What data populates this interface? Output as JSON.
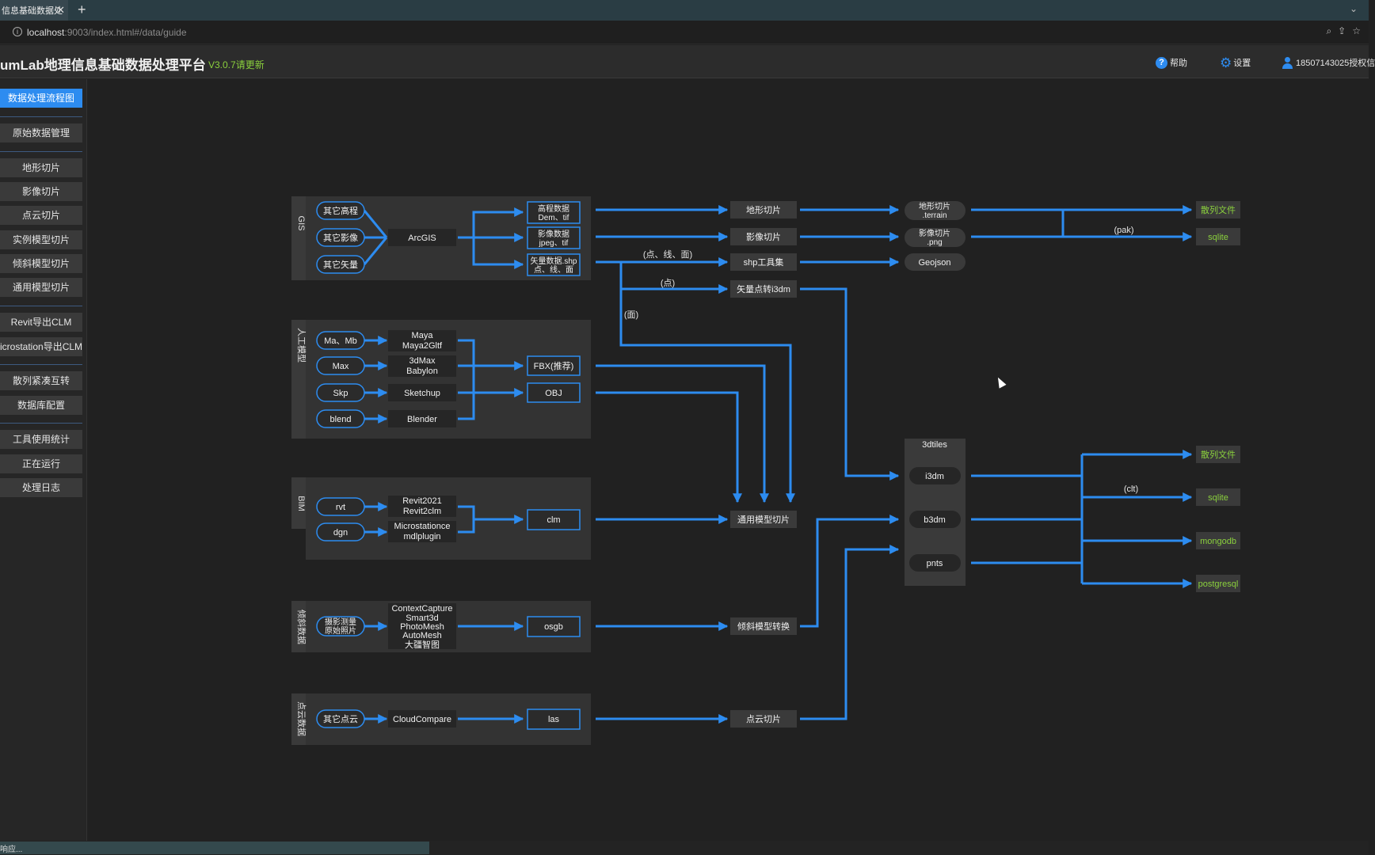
{
  "browser": {
    "tab_title": "信息基础数据处",
    "tab_close": "✕",
    "new_tab": "+",
    "url_host": "localhost",
    "url_path": ":9003/index.html#/data/guide",
    "chevron": "⌄"
  },
  "app": {
    "title": "umLab地理信息基础数据处理平台",
    "version": "V3.0.7请更新",
    "help_label": "帮助",
    "settings_label": "设置",
    "user_label": "18507143025授权信",
    "accent": "#2d8cf0",
    "highlight": "#8bd13d"
  },
  "sidebar": {
    "items": [
      {
        "label": "数据处理流程图",
        "active": true
      },
      {
        "label": "原始数据管理"
      },
      {
        "label": "地形切片"
      },
      {
        "label": "影像切片"
      },
      {
        "label": "点云切片"
      },
      {
        "label": "实例模型切片"
      },
      {
        "label": "倾斜模型切片"
      },
      {
        "label": "通用模型切片"
      },
      {
        "label": "Revit导出CLM"
      },
      {
        "label": "icrostation导出CLM"
      },
      {
        "label": "散列紧凑互转"
      },
      {
        "label": "数据库配置"
      },
      {
        "label": "工具使用统计"
      },
      {
        "label": "正在运行"
      },
      {
        "label": "处理日志"
      }
    ]
  },
  "status": {
    "text": "响应..."
  },
  "flow": {
    "groups": {
      "gis": "GIS",
      "manual": "人工模型",
      "bim": "BIM",
      "oblique": "倾斜数据",
      "pointcloud": "点云数据"
    },
    "inputs": {
      "other_dem": "其它高程",
      "other_img": "其它影像",
      "other_vec": "其它矢量",
      "ma_mb": "Ma、Mb",
      "max": "Max",
      "skp": "Skp",
      "blend": "blend",
      "rvt": "rvt",
      "dgn": "dgn",
      "photo_1": "摄影测量",
      "photo_2": "原始照片",
      "other_cloud": "其它点云"
    },
    "tools": {
      "arcgis": "ArcGIS",
      "maya_1": "Maya",
      "maya_2": "Maya2Gltf",
      "max_1": "3dMax",
      "max_2": "Babylon",
      "sketchup": "Sketchup",
      "blender": "Blender",
      "revit_1": "Revit2021",
      "revit_2": "Revit2clm",
      "micro_1": "Microstationce",
      "micro_2": "mdlplugin",
      "cc_1": "ContextCapture",
      "cc_2": "Smart3d",
      "cc_3": "PhotoMesh",
      "cc_4": "AutoMesh",
      "cc_5": "大疆智图",
      "cloudcompare": "CloudCompare"
    },
    "formats": {
      "dem_1": "高程数据",
      "dem_2": "Dem、tif",
      "img_1": "影像数据",
      "img_2": "jpeg、tif",
      "vec_1": "矢量数据.shp",
      "vec_2": "点、线、面",
      "fbx": "FBX(推荐)",
      "obj": "OBJ",
      "clm": "clm",
      "osgb": "osgb",
      "las": "las"
    },
    "processes": {
      "terrain": "地形切片",
      "image": "影像切片",
      "shp": "shp工具集",
      "vec_i3dm": "矢量点转i3dm",
      "general": "通用模型切片",
      "oblique": "倾斜模型转换",
      "cloud": "点云切片"
    },
    "labels": {
      "pt_line_poly": "(点、线、面)",
      "point": "(点)",
      "poly": "(面)",
      "pak": "(pak)",
      "clt": "(clt)"
    },
    "outputs": {
      "terrain_1": "地形切片",
      "terrain_2": ".terrain",
      "png_1": "影像切片",
      "png_2": ".png",
      "geojson": "Geojson",
      "tiles_title": "3dtiles",
      "i3dm": "i3dm",
      "b3dm": "b3dm",
      "pnts": "pnts"
    },
    "stores": {
      "scatter_top": "散列文件",
      "sqlite_top": "sqlite",
      "scatter_bottom": "散列文件",
      "sqlite_bottom": "sqlite",
      "mongodb": "mongodb",
      "postgresql": "postgresql"
    }
  }
}
